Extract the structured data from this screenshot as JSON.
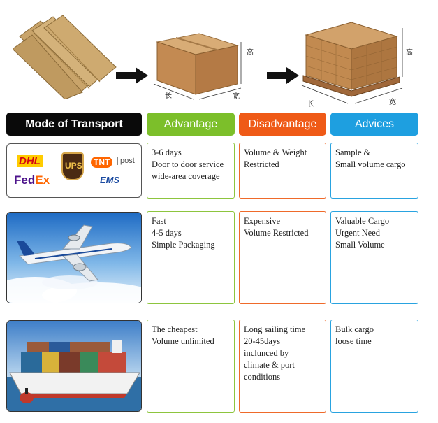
{
  "headers": {
    "mode": "Mode of Transport",
    "advantage": "Advantage",
    "disadvantage": "Disadvantage",
    "advices": "Advices"
  },
  "dimension_labels": {
    "height": "高",
    "length": "长",
    "width": "宽"
  },
  "logos": {
    "dhl": "DHL",
    "ups": "UPS",
    "tnt": "TNT",
    "post": "post",
    "fedex_fed": "Fed",
    "fedex_ex": "Ex",
    "ems": "EMS"
  },
  "rows": [
    {
      "mode": "express",
      "advantage": "3-6 days\nDoor to door service\nwide-area coverage",
      "disadvantage": "Volume & Weight\nRestricted",
      "advices": "Sample &\nSmall volume cargo"
    },
    {
      "mode": "air",
      "advantage": "Fast\n4-5 days\nSimple Packaging",
      "disadvantage": "Expensive\nVolume Restricted",
      "advices": "Valuable Cargo\nUrgent Need\nSmall Volume"
    },
    {
      "mode": "sea",
      "advantage": "The cheapest\nVolume unlimited",
      "disadvantage": "Long sailing time\n20-45days\ninclunced by\nclimate & port\nconditions",
      "advices": "Bulk cargo\nloose time"
    }
  ],
  "colors": {
    "mode_header": "#0a0a0a",
    "advantage": "#7cbf2a",
    "disadvantage": "#ef5a17",
    "advices": "#1e9fe0"
  }
}
